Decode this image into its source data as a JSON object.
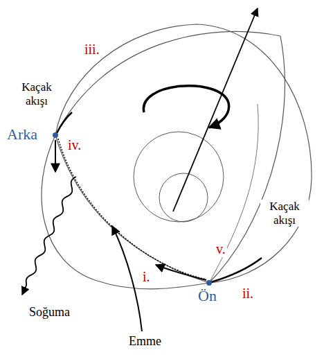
{
  "diagram": {
    "labels": [
      "iii.",
      "Kaçak akışı",
      "Arka",
      "iv.",
      "Kaçak akışı",
      "v.",
      "i.",
      "Ön",
      "ii.",
      "Soğuma",
      "Emme"
    ]
  }
}
